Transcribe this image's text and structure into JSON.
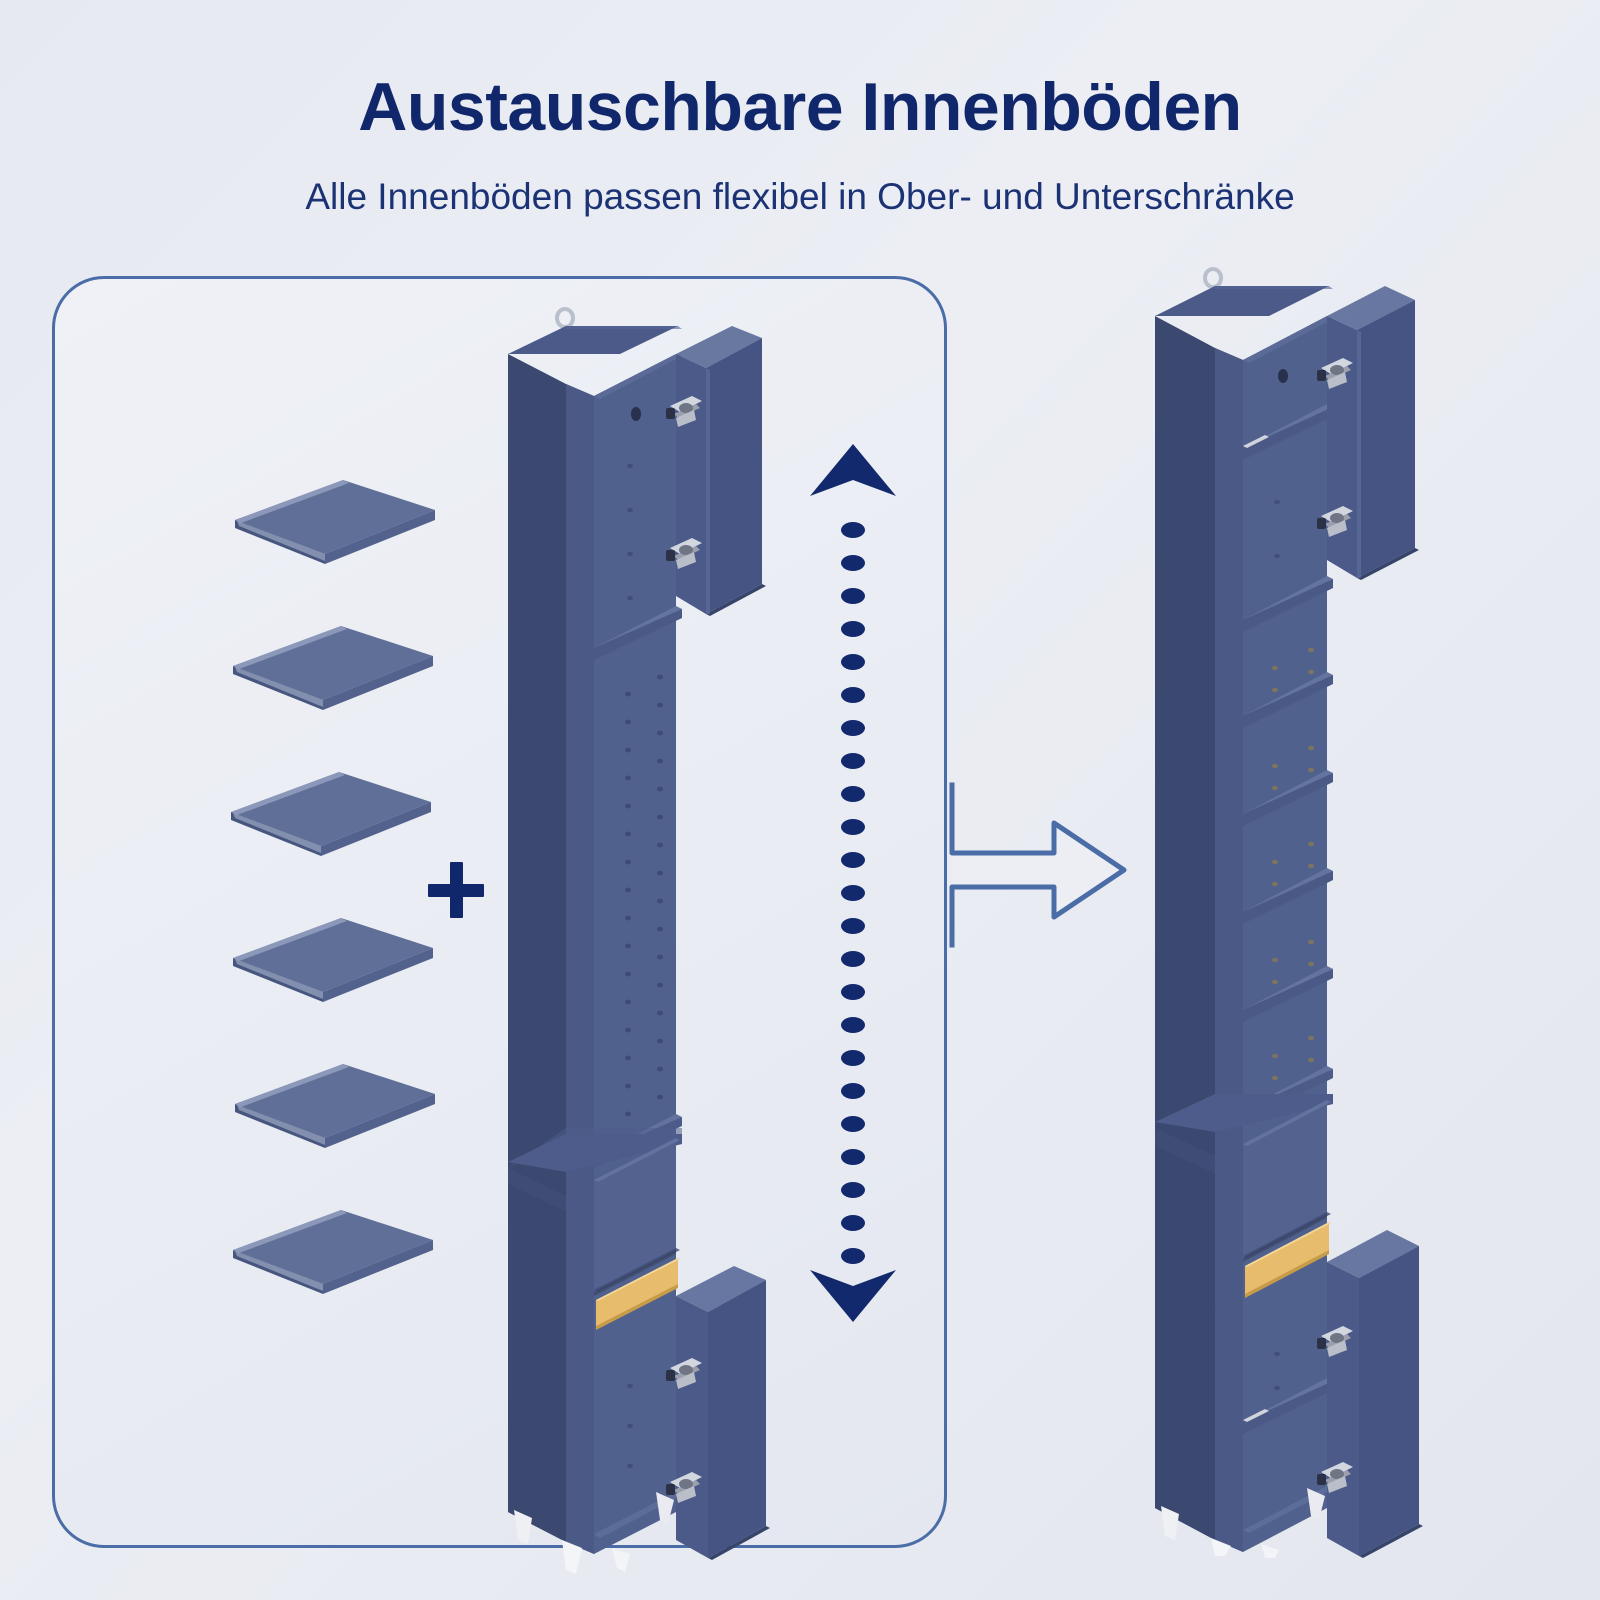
{
  "header": {
    "title": "Austauschbare Innenböden",
    "subtitle": "Alle Innenböden passen flexibel in Ober- und Unterschränke"
  },
  "symbols": {
    "plus": "+",
    "vertical_arrow": "double-headed-dotted-vertical-arrow",
    "transition_arrow": "right-arrow"
  },
  "left_panel": {
    "label": "components-panel",
    "loose_shelves": {
      "count": 6,
      "label": "Innenböden",
      "items": [
        {
          "index": 1,
          "name": "shelf-board-1"
        },
        {
          "index": 2,
          "name": "shelf-board-2"
        },
        {
          "index": 3,
          "name": "shelf-board-3"
        },
        {
          "index": 4,
          "name": "shelf-board-4"
        },
        {
          "index": 5,
          "name": "shelf-board-5"
        },
        {
          "index": 6,
          "name": "shelf-board-6"
        }
      ]
    },
    "cabinet": {
      "name": "empty-tall-cabinet",
      "description": "Hochschrank ohne Innenböden",
      "upper_door_open": true,
      "lower_door_open": true,
      "drawer_count": 1,
      "installed_shelves": 0,
      "feet": 4,
      "hinges": 4
    }
  },
  "right_panel": {
    "cabinet": {
      "name": "assembled-tall-cabinet",
      "description": "Hochschrank mit eingesetzten Innenböden",
      "upper_door_open": true,
      "lower_door_open": true,
      "drawer_count": 1,
      "installed_shelves": 6,
      "feet": 4,
      "hinges": 4
    }
  },
  "colors": {
    "background": "#e4e7ef",
    "title_navy": "#11276b",
    "panel_border": "#4a6da7",
    "cabinet_body": "#3d4a72",
    "cabinet_face": "#4a5a86",
    "cabinet_interior": "#51618e",
    "shelf_top": "#5d6e96",
    "handle_wood": "#e3b96a",
    "foot_white": "#f2f3f6",
    "hinge_metal": "#c9ccd4"
  }
}
